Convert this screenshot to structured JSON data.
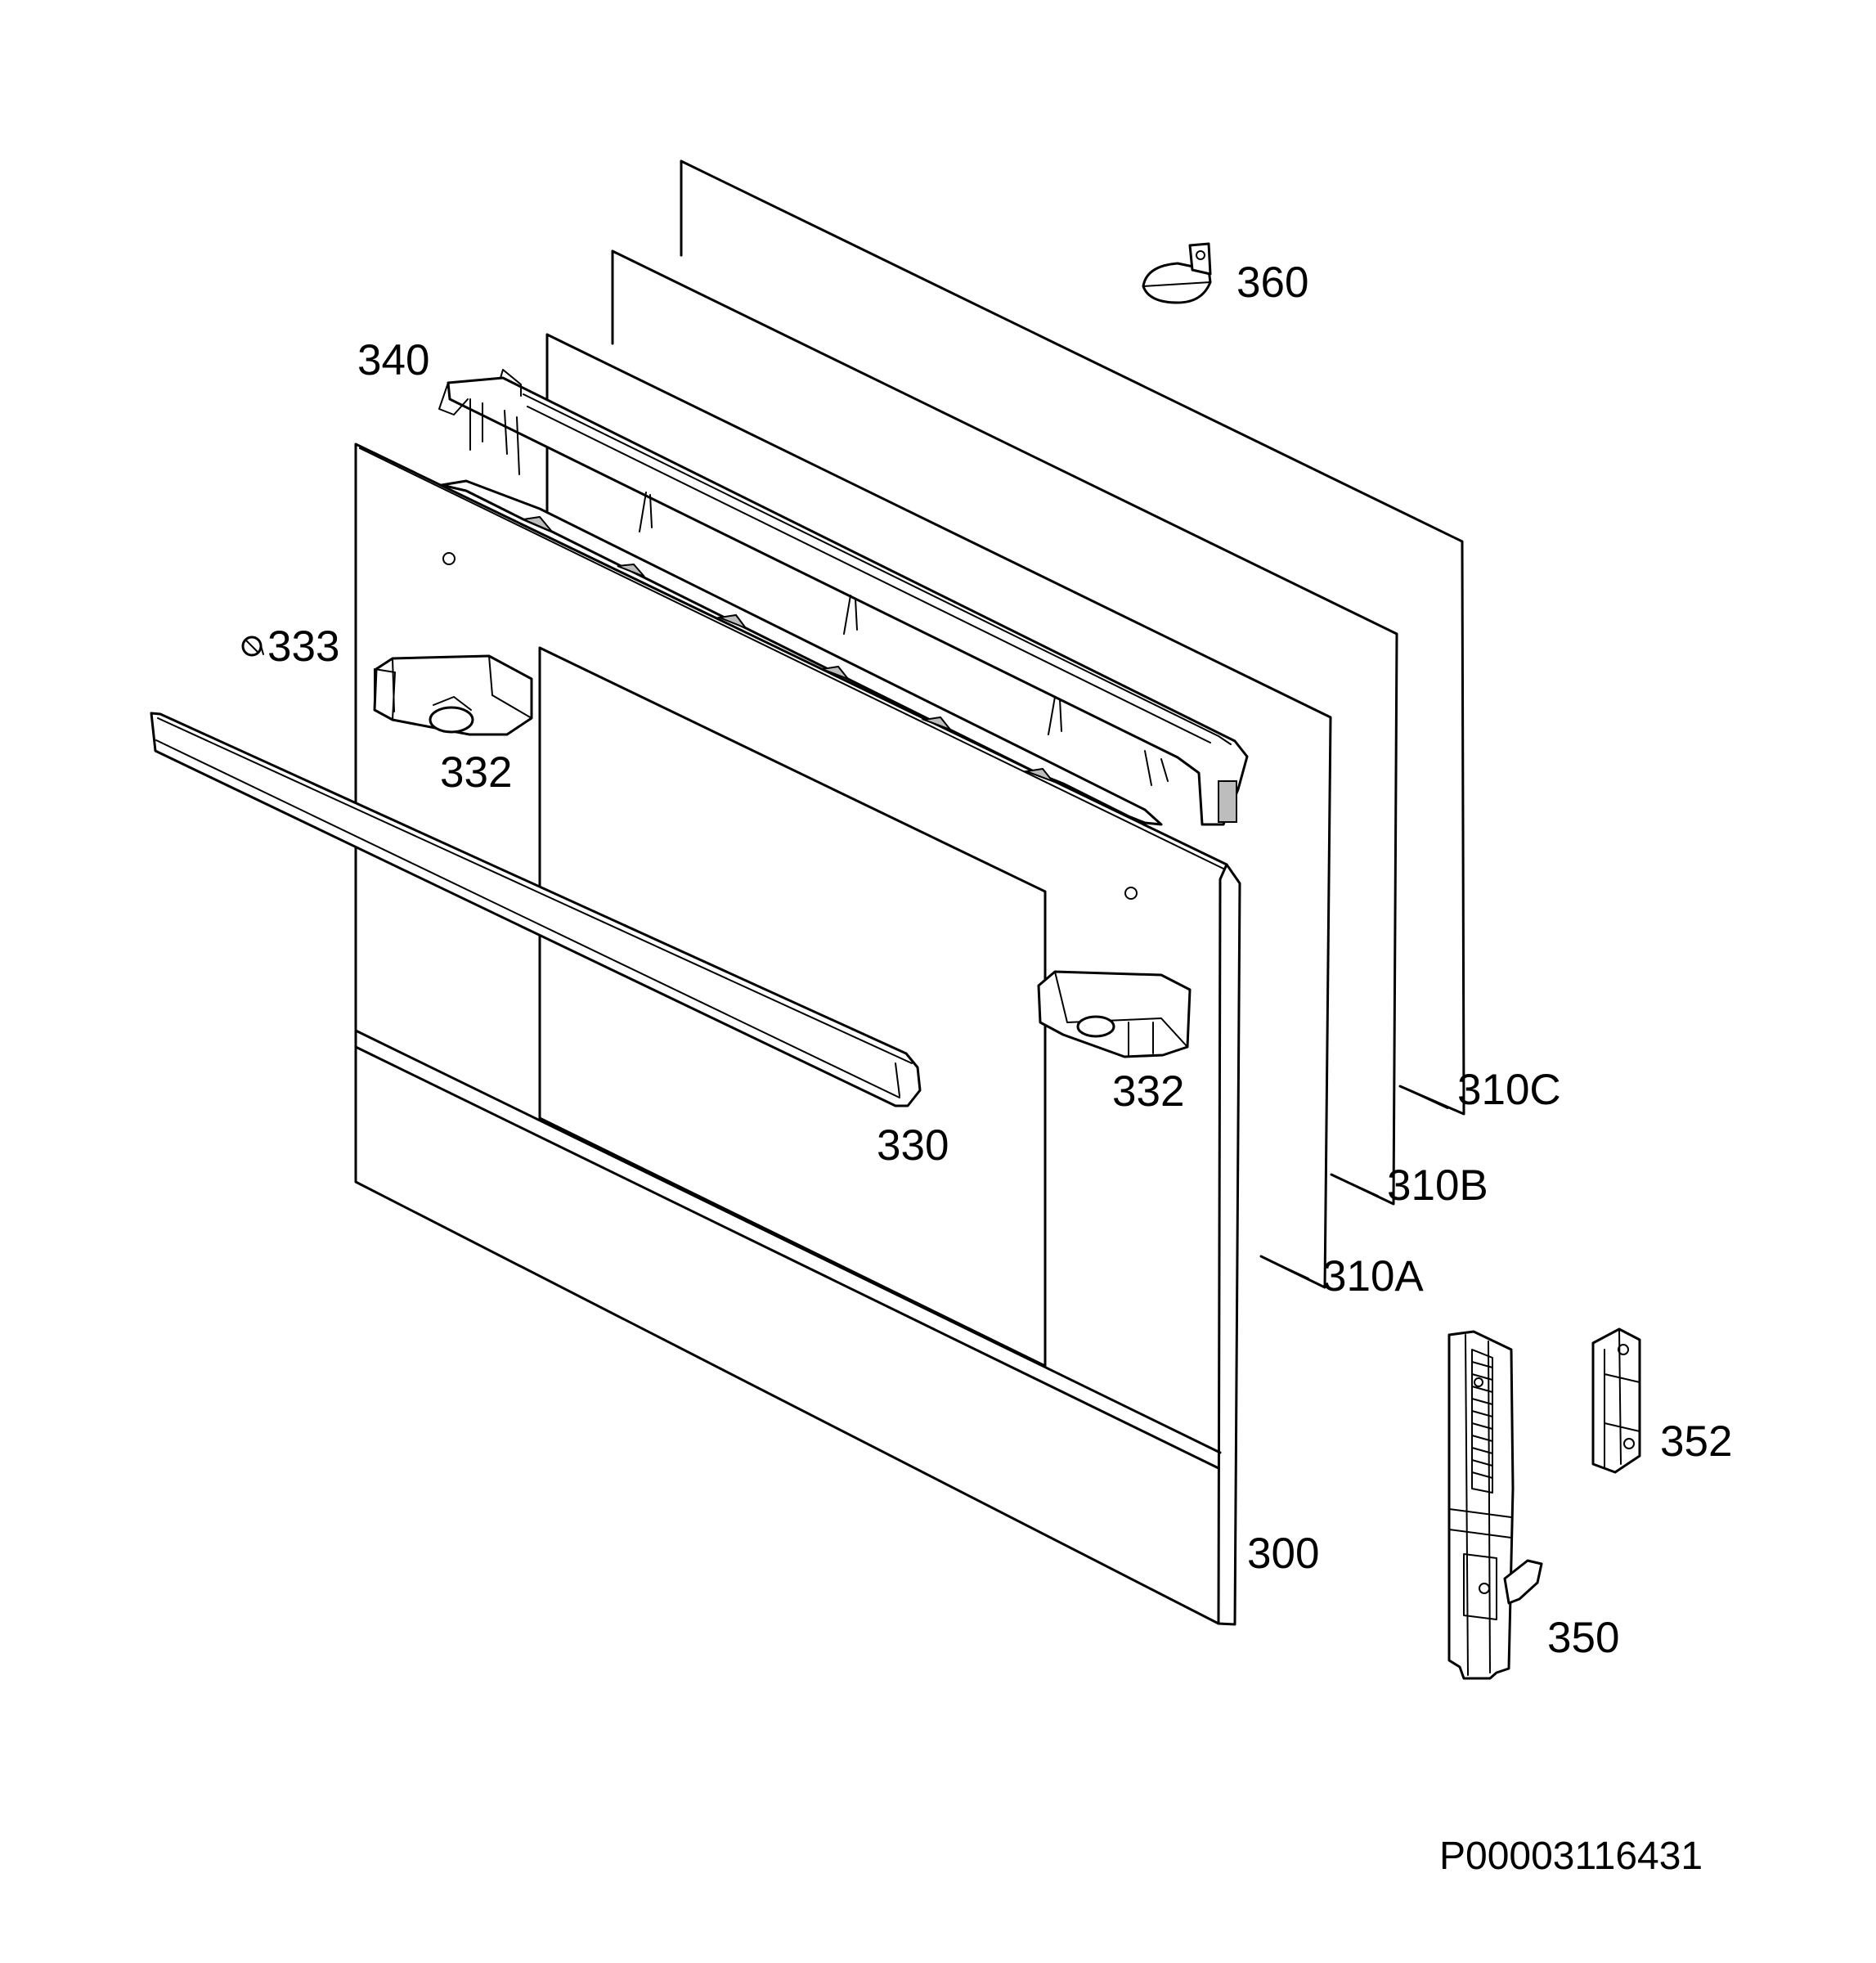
{
  "labels": {
    "p360": "360",
    "p340": "340",
    "p333": "333",
    "p332_left": "332",
    "p332_right": "332",
    "p330": "330",
    "p310c": "310C",
    "p310b": "310B",
    "p310a": "310A",
    "p352": "352",
    "p300": "300",
    "p350": "350"
  },
  "drawing_code": "P00003116431"
}
